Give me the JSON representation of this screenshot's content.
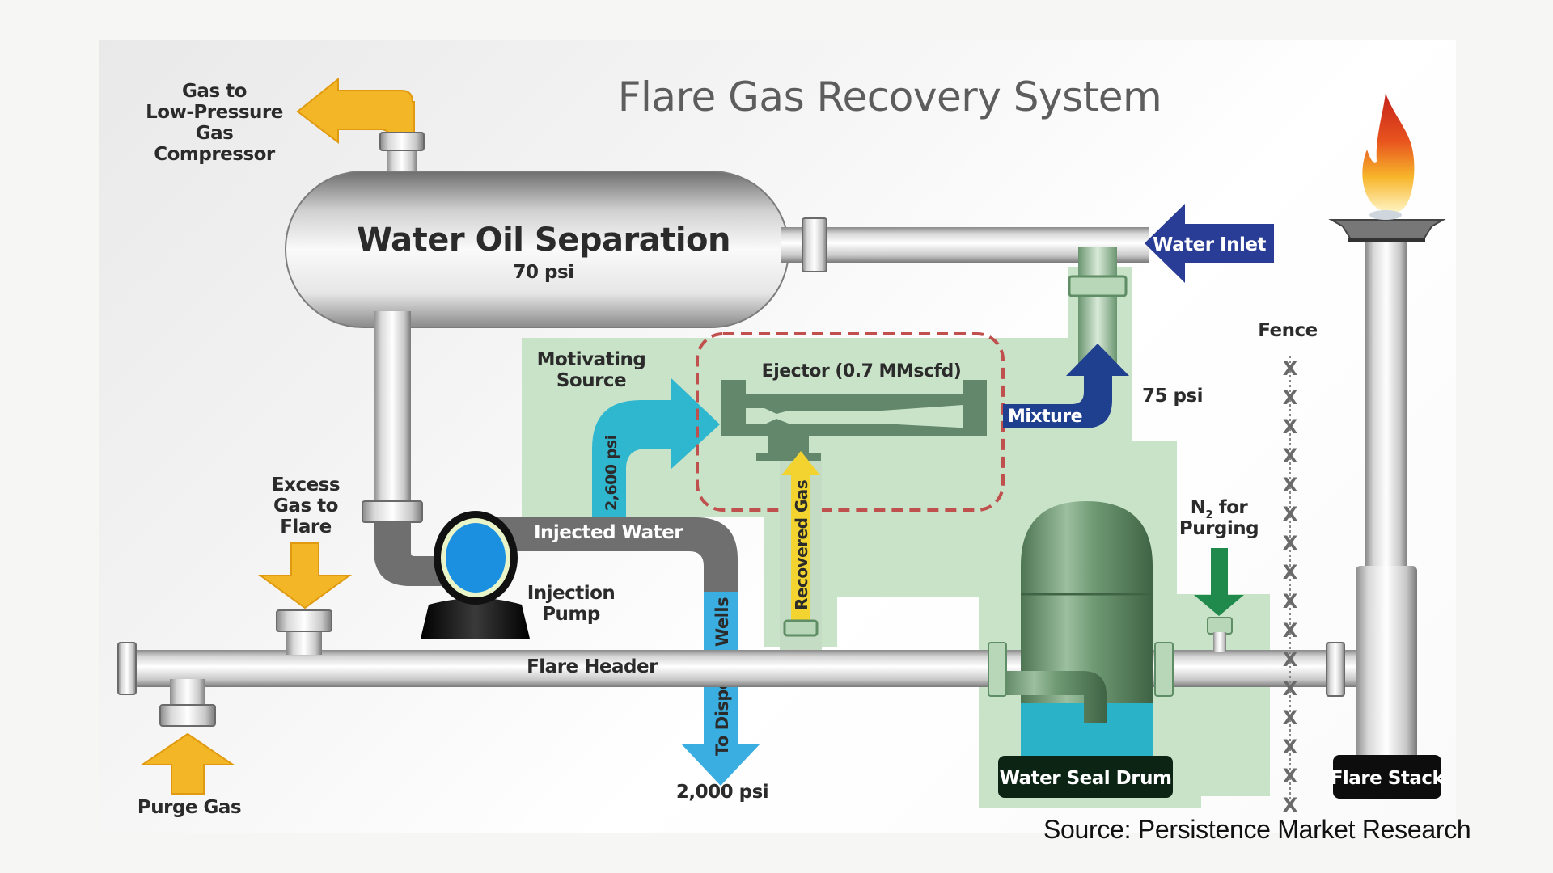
{
  "title": "Flare Gas Recovery System",
  "source": "Source: Persistence Market Research",
  "components": {
    "separator": {
      "name": "Water Oil Separation",
      "pressure": "70 psi"
    },
    "ejector": {
      "name": "Ejector (0.7 MMscfd)"
    },
    "pump": {
      "name_line1": "Injection",
      "name_line2": "Pump"
    },
    "water_seal_drum": {
      "name": "Water Seal Drum"
    },
    "flare_stack": {
      "name": "Flare Stack"
    },
    "flare_header": {
      "name": "Flare Header"
    },
    "fence": {
      "name": "Fence"
    }
  },
  "streams": {
    "gas_to_compressor": {
      "lines": [
        "Gas to",
        "Low-Pressure",
        "Gas",
        "Compressor"
      ]
    },
    "water_inlet": {
      "label": "Water Inlet"
    },
    "motivating_source": {
      "lines": [
        "Motivating",
        "Source"
      ],
      "pressure": "2,600 psi"
    },
    "injected_water": {
      "label": "Injected Water"
    },
    "mixture": {
      "label": "Mixture",
      "pressure": "75 psi"
    },
    "recovered_gas": {
      "label": "Recovered Gas"
    },
    "excess_gas": {
      "lines": [
        "Excess",
        "Gas to",
        "Flare"
      ]
    },
    "to_disposal": {
      "label": "To Disposal Wells",
      "pressure": "2,000 psi"
    },
    "purge_gas": {
      "label": "Purge Gas"
    },
    "n2_purging": {
      "line1": "N",
      "sub": "2",
      "line1_rest": " for",
      "line2": "Purging"
    }
  },
  "colors": {
    "green_zone": "#c9e3c9",
    "ejector_box": "#c0504d",
    "ejector_text": "#d9534f",
    "water_inlet_arrow": "#2a3d96",
    "mixture_arrow": "#1f3f8f",
    "motivating_arrow": "#2fb7cf",
    "disposal_arrow": "#3aaee0",
    "gas_arrow": "#f2b627",
    "n2_arrow": "#1f8a4c",
    "drum_green": "#5e8a63",
    "water": "#2ab3c8",
    "pump_blue": "#1b8fe0"
  }
}
